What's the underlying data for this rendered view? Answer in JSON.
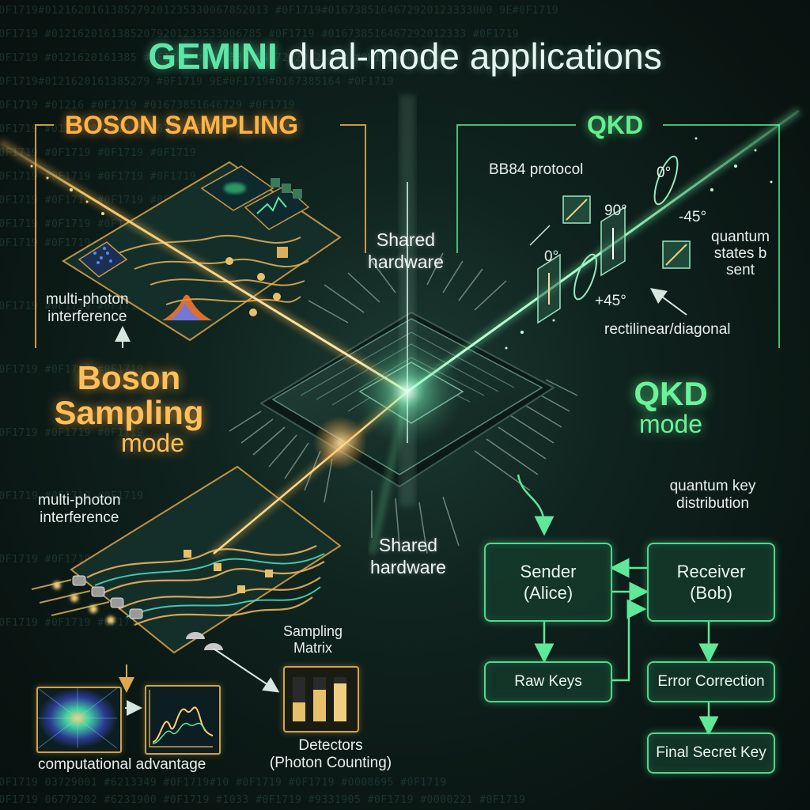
{
  "title": {
    "brand": "GEMINI",
    "rest": " dual-mode applications"
  },
  "hex_rows": [
    "#0F1719#0121620161385279201235330067852013 #0F1719#0167385164672920123333000 9E#0F1719",
    "#0F1719 #01216201613852079201233533006785 #0F1719 #016738516467292012333 #0F1719",
    "#0F1719 #0121620161385 #0F1719 #0167385164672920123333 #0F1719#0F1719",
    "#0F1719#0121620161385279 #0F1719 9E#0F1719#0167385164 #0F1719",
    "#0F1719 #01216 #0F1719 #01673851646729 #0F1719",
    "#0F1719 #0121 #0F1719 #01673 #0F1719",
    "#0F1719 #0F1719 #0F1719 #0F1719",
    "#0F1719 #0F1719 #0F1719 #0F1719",
    "#0F1719 #0F1719 #0F1719 #0F1719",
    "#0F1719 #0F1719 #0F1719 #0F1719",
    "#0F1719 #0F1719 #0F1874",
    "#0F1719 #0F1719 #0F1719",
    "#0F1719 #0F1719 #0F1719",
    "#0F1719 #0F1719 #0F1719",
    "#0F1719 #0F1719 #0F1719",
    "#0F1719 #0F1719 #0F1719",
    "#0F1719 #0F1719 #0F1719",
    "#0F1719 03729001 #6213349 #0F1719#10 #0F1719 #0F1719 #0008695 #0F1719",
    "#0F1719 06779202 #6231900 #0F1719 #1033 #0F1719 #9331905 #0F1719 #0000221 #0F1719"
  ],
  "boson": {
    "heading": "BOSON SAMPLING",
    "mode_line1": "Boson",
    "mode_line2": "Sampling",
    "mode_line3": "mode",
    "interference_top": "multi-photon\ninterference",
    "interference_bottom": "multi-photon\ninterference",
    "sampling_matrix": "Sampling\nMatrix",
    "detectors": "Detectors\n(Photon Counting)",
    "advantage": "computational advantage"
  },
  "shared": {
    "top": "Shared\nhardware",
    "bottom": "Shared\nhardware"
  },
  "qkd": {
    "heading": "QKD",
    "mode_line1": "QKD",
    "mode_line2": "mode",
    "bb84": "BB84 protocol",
    "angles": {
      "a0_top": "0°",
      "a90": "90°",
      "a_m45": "-45°",
      "a0_left": "0°",
      "a_p45": "+45°"
    },
    "quantum_states": "quantum\nstates b\nsent",
    "rect_diag": "rectilinear/diagonal",
    "key_distribution": "quantum key\ndistribution",
    "sender": "Sender\n(Alice)",
    "receiver": "Receiver\n(Bob)",
    "raw_keys": "Raw Keys",
    "error_correction": "Error Correction",
    "final_key": "Final Secret Key"
  },
  "colors": {
    "orange": "#ffb347",
    "green": "#63f08f",
    "background": "#0b1a17"
  }
}
